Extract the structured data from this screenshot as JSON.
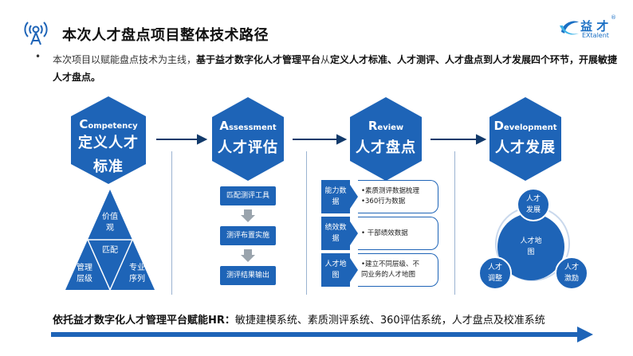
{
  "header": {
    "title": "本次人才盘点项目整体技术路径",
    "logo_text": "益 才",
    "logo_sub": "EXtalent",
    "logo_reg": "®"
  },
  "intro": {
    "bullet": "•",
    "part1": "本次项目以赋能盘点技术为主线，",
    "part2": "基于益才数字化人才管理平台",
    "part3": "从",
    "part4": "定义人才标准、人才测评、人才盘点到人才发展四个环节，开展敏捷人才盘点。"
  },
  "stages": [
    {
      "initial": "C",
      "en_rest": "ompetency",
      "cn": "定义人才",
      "cn2": "标准"
    },
    {
      "initial": "A",
      "en_rest": "ssessment",
      "cn": "人才评估"
    },
    {
      "initial": "R",
      "en_rest": "eview",
      "cn": "人才盘点"
    },
    {
      "initial": "D",
      "en_rest": "evelopment",
      "cn": "人才发展"
    }
  ],
  "competency_triangle": {
    "top": "价值观",
    "center": "匹配",
    "left": "管理层级",
    "right": "专业序列"
  },
  "assessment_steps": [
    "匹配测评工具",
    "测评布置实施",
    "测评结果输出"
  ],
  "review_rows": [
    {
      "label": "能力数据",
      "items": [
        "•素质测评数据梳理",
        "•360行为数据"
      ]
    },
    {
      "label": "绩效数据",
      "items": [
        "• 干部绩效数据"
      ]
    },
    {
      "label": "人才地图",
      "items": [
        "•建立不同层级、不",
        "同业务的人才地图"
      ]
    }
  ],
  "development": {
    "center": "人才地图",
    "top": "人才发展",
    "left": "人才调整",
    "right": "人才激励"
  },
  "footer": {
    "bold": "依托益才数字化人才管理平台赋能HR：",
    "rest": "敏捷建模系统、素质测评系统、360评估系统，人才盘点及校准系统"
  },
  "colors": {
    "primary": "#1e64b7",
    "dark": "#123a6b"
  }
}
